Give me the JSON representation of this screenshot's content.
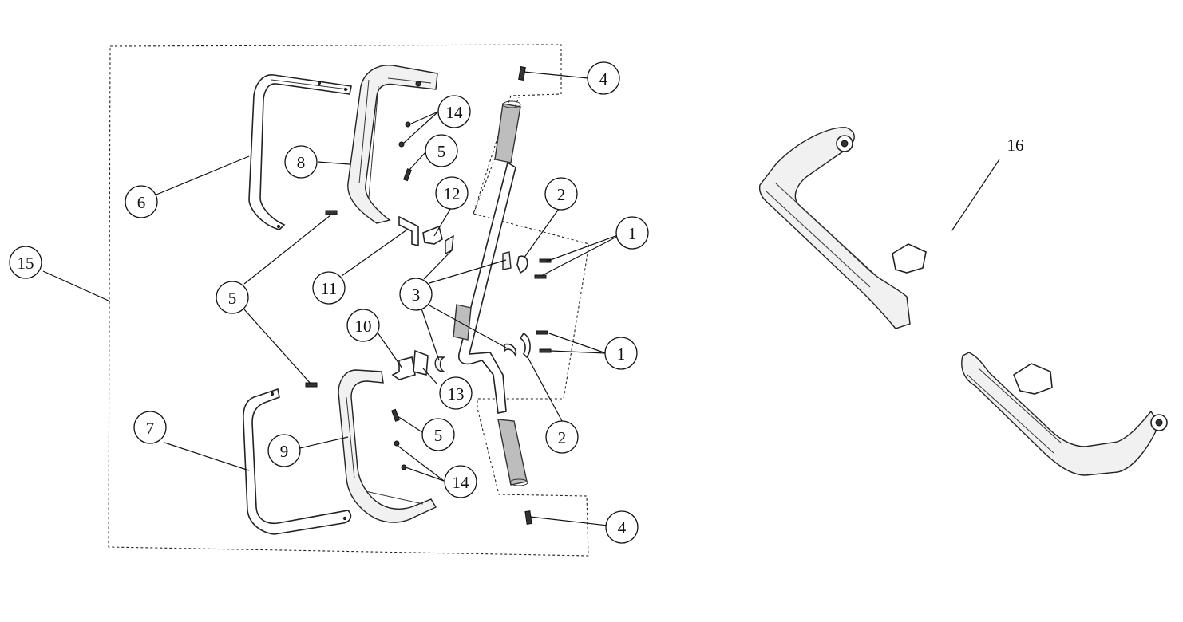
{
  "diagram": {
    "callouts": [
      {
        "id": "c1a",
        "label": "1"
      },
      {
        "id": "c1b",
        "label": "1"
      },
      {
        "id": "c2a",
        "label": "2"
      },
      {
        "id": "c2b",
        "label": "2"
      },
      {
        "id": "c3",
        "label": "3"
      },
      {
        "id": "c4a",
        "label": "4"
      },
      {
        "id": "c4b",
        "label": "4"
      },
      {
        "id": "c5a",
        "label": "5"
      },
      {
        "id": "c5b",
        "label": "5"
      },
      {
        "id": "c5c",
        "label": "5"
      },
      {
        "id": "c6",
        "label": "6"
      },
      {
        "id": "c7",
        "label": "7"
      },
      {
        "id": "c8",
        "label": "8"
      },
      {
        "id": "c9",
        "label": "9"
      },
      {
        "id": "c10",
        "label": "10"
      },
      {
        "id": "c11",
        "label": "11"
      },
      {
        "id": "c12",
        "label": "12"
      },
      {
        "id": "c13",
        "label": "13"
      },
      {
        "id": "c14a",
        "label": "14"
      },
      {
        "id": "c14b",
        "label": "14"
      },
      {
        "id": "c15",
        "label": "15"
      }
    ],
    "free_label": "16"
  }
}
